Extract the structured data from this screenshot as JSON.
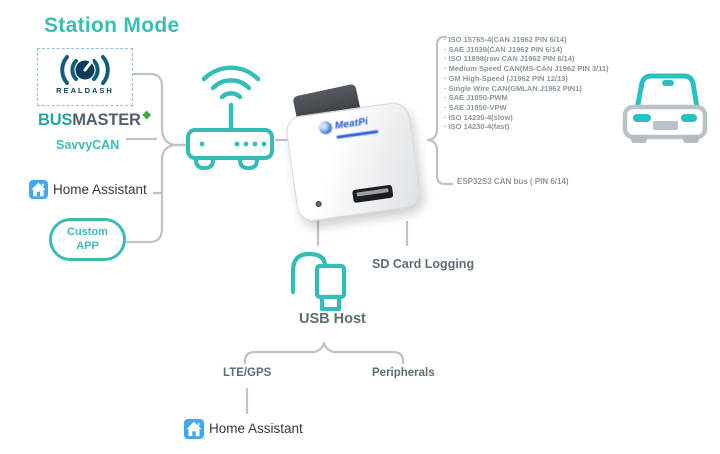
{
  "title": "Station Mode",
  "left_apps": {
    "realdash_label": "REALDASH",
    "busmaster_bus": "BUS",
    "busmaster_master": "MASTER",
    "busmaster_icon_glyph": "❖",
    "savvycan_label": "SavvyCAN",
    "home_assistant_label": "Home Assistant",
    "custom_app_line1": "Custom",
    "custom_app_line2": "APP"
  },
  "device": {
    "logo_text": "MeatPi"
  },
  "protocols": [
    "ISO 15765-4(CAN J1962 PIN 6/14)",
    "SAE J1939(CAN J1962 PIN 6/14)",
    "ISO 11898(raw CAN J1962 PIN 6/14)",
    "Medium Speed CAN(MS-CAN J1962 PIN 3/11)",
    "GM High-Speed (J1962 PIN 12/13)",
    "Single Wire CAN(GMLAN J1962 PIN1)",
    "SAE J1850-PWM",
    "SAE J1850-VPW",
    "ISO 14230-4(slow)",
    "ISO 14230-4(fast)"
  ],
  "esp_label": "ESP32S3 CAN bus ( PIN 6/14)",
  "bottom": {
    "sd_card_label": "SD Card Logging",
    "usb_host_label": "USB Host",
    "lte_label": "LTE/GPS",
    "peripherals_label": "Peripherals",
    "home_assistant_label": "Home Assistant"
  },
  "colors": {
    "accent_teal": "#3bbcb4",
    "line_gray": "#bac3c8",
    "list_text_gray": "#8b959b",
    "label_text_gray": "#5d6d75",
    "home_assistant_blue": "#41a7f0",
    "busmaster_green": "#3aaa35",
    "realdash_navy": "#0d3d5c"
  }
}
